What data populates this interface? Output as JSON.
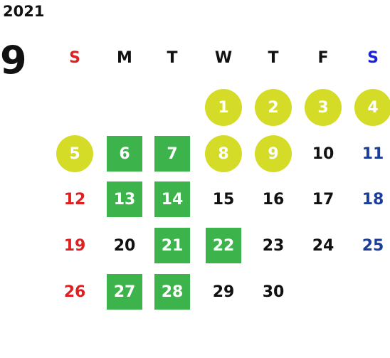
{
  "year": "2021",
  "month": "9",
  "weekdays": [
    "S",
    "M",
    "T",
    "W",
    "T",
    "F",
    "S"
  ],
  "colors": {
    "sunday": "#e02020",
    "saturday_header": "#1a22d6",
    "saturday_day": "#1b3d9a",
    "text": "#111111",
    "highlight_circle": "#d4dc28",
    "highlight_square": "#3cb44b",
    "highlight_text": "#ffffff"
  },
  "first_weekday": 3,
  "days_in_month": 30,
  "circle_days": [
    1,
    2,
    3,
    4,
    5,
    8,
    9
  ],
  "square_days": [
    6,
    7,
    13,
    14,
    21,
    22,
    27,
    28
  ]
}
